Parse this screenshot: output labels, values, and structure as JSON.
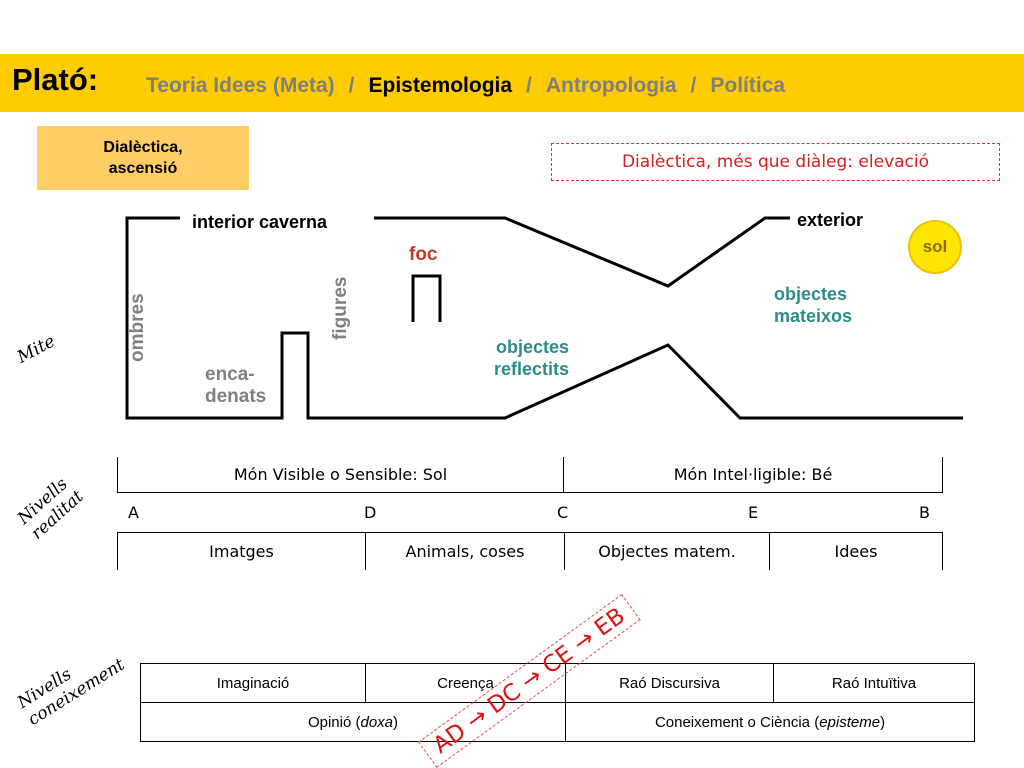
{
  "header": {
    "title": "Plató:",
    "nav": [
      "Teoria Idees (Meta)",
      "Epistemologia",
      "Antropologia",
      "Política"
    ],
    "separator": "/",
    "active_index": 1
  },
  "dialectica_box": {
    "text": "Dialèctica,\nascensió"
  },
  "dialeg_box": {
    "text": "Dialèctica, més que diàleg: elevació"
  },
  "diagram": {
    "interior": "interior caverna",
    "exterior": "exterior",
    "foc": "foc",
    "sol": "sol",
    "ombres": "ombres",
    "figures": "figures",
    "encadenats": "enca-\ndenats",
    "objectes_reflectits": "objectes\nreflectits",
    "objectes_mateixos": "objectes\nmateixos"
  },
  "side_labels": {
    "mite": "Mite",
    "nivells_realitat": "Nivells\nrealitat",
    "nivells_coneixement": "Nivells\nconeixement"
  },
  "realitat": {
    "top": [
      "Món Visible o Sensible: Sol",
      "Món Intel·ligible: Bé"
    ],
    "letters": [
      "A",
      "D",
      "C",
      "E",
      "B"
    ],
    "bottom": [
      "Imatges",
      "Animals, coses",
      "Objectes matem.",
      "Idees"
    ]
  },
  "coneixement": {
    "row1": [
      "Imaginació",
      "Creença",
      "Raó Discursiva",
      "Raó Intuïtiva"
    ],
    "row2_left_prefix": "Opinió (",
    "row2_left_italic": "doxa",
    "row2_left_suffix": ")",
    "row2_right_prefix": "Coneixement o Ciència (",
    "row2_right_italic": "episteme",
    "row2_right_suffix": ")"
  },
  "formula": "AD → DC → CE → EB",
  "colors": {
    "header_bg": "#FFCC00",
    "box_bg": "#FFCC66",
    "accent_red": "#d81e1e",
    "teal": "#2e8b8b",
    "grey": "#808080"
  }
}
